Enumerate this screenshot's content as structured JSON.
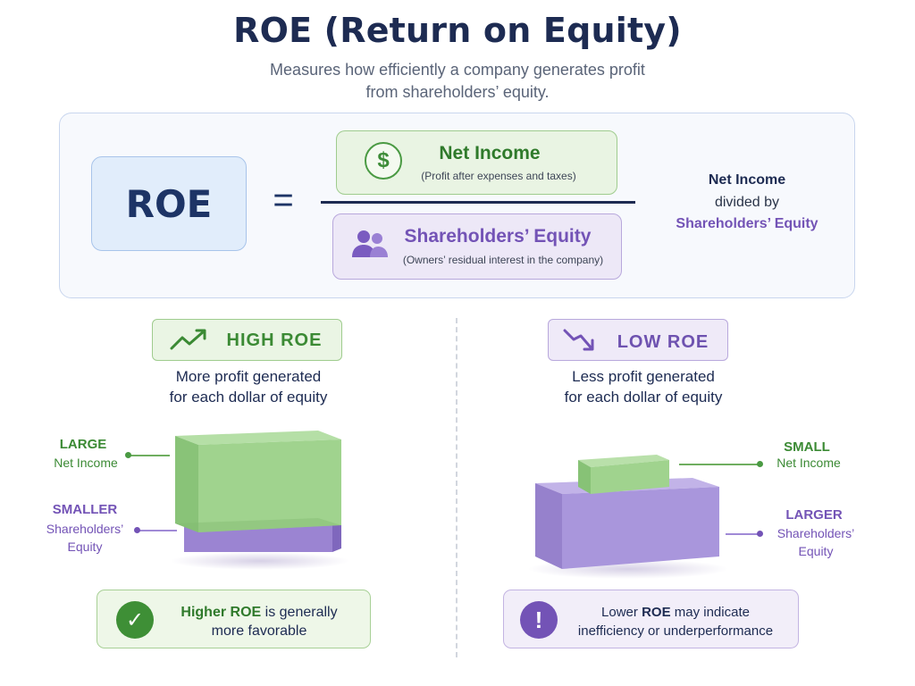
{
  "header": {
    "title": "ROE (Return on Equity)",
    "subtitle_line1": "Measures how efficiently a company generates profit",
    "subtitle_line2": "from shareholders’ equity."
  },
  "formula": {
    "result_label": "ROE",
    "equals": "=",
    "numerator": {
      "label": "Net Income",
      "note": "(Profit after expenses and taxes)",
      "icon": "dollar-icon"
    },
    "denominator": {
      "label": "Shareholders’ Equity",
      "note": "(Owners’ residual interest in the company)",
      "icon": "people-icon"
    },
    "explanation": {
      "top": "Net Income",
      "middle": "divided by",
      "bottom": "Shareholders’ Equity"
    }
  },
  "high": {
    "badge": "HIGH  ROE",
    "badge_icon": "trend-up-icon",
    "desc_line1": "More profit generated",
    "desc_line2": "for each dollar of equity",
    "callout_income_title": "LARGE",
    "callout_income_sub": "Net Income",
    "callout_equity_title": "SMALLER",
    "callout_equity_sub1": "Shareholders’",
    "callout_equity_sub2": "Equity",
    "conclusion_bold": "Higher ROE",
    "conclusion_rest1": " is generally",
    "conclusion_line2": "more favorable",
    "conclusion_icon": "check-icon"
  },
  "low": {
    "badge": "LOW  ROE",
    "badge_icon": "trend-down-icon",
    "desc_line1": "Less profit generated",
    "desc_line2": "for each dollar of equity",
    "callout_income_title": "SMALL",
    "callout_income_sub": "Net Income",
    "callout_equity_title": "LARGER",
    "callout_equity_sub1": "Shareholders’",
    "callout_equity_sub2": "Equity",
    "conclusion_pre": "Lower ",
    "conclusion_bold": "ROE",
    "conclusion_rest1": " may indicate",
    "conclusion_line2": "inefficiency or underperformance",
    "conclusion_icon": "exclamation-icon"
  },
  "colors": {
    "navy": "#1d2b52",
    "green": "#3b8a34",
    "purple": "#7353b6",
    "green_block": "#9fd08f",
    "purple_block": "#a68fd8"
  }
}
